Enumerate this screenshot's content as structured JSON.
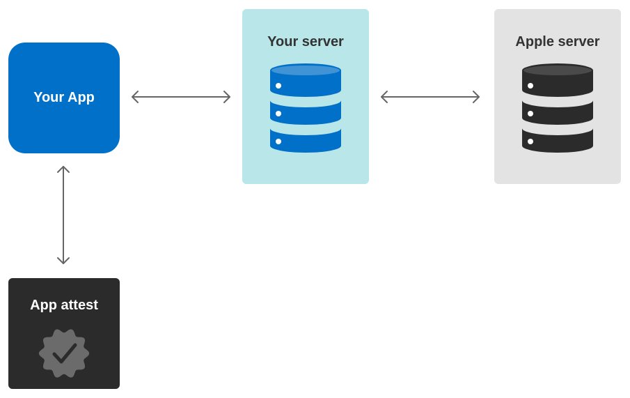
{
  "nodes": {
    "app": {
      "label": "Your App",
      "color": "#0070c9"
    },
    "your_server": {
      "label": "Your server",
      "color": "#b8e6e9",
      "icon": "database-icon",
      "icon_color": "#0070c9"
    },
    "apple_server": {
      "label": "Apple server",
      "color": "#e3e3e3",
      "icon": "database-icon",
      "icon_color": "#2b2b2b"
    },
    "app_attest": {
      "label": "App attest",
      "color": "#2b2b2b",
      "icon": "verified-badge-icon",
      "icon_color": "#6b6b6b"
    }
  },
  "connections": [
    {
      "from": "app",
      "to": "your_server",
      "direction": "bidirectional"
    },
    {
      "from": "your_server",
      "to": "apple_server",
      "direction": "bidirectional"
    },
    {
      "from": "app",
      "to": "app_attest",
      "direction": "bidirectional"
    }
  ]
}
